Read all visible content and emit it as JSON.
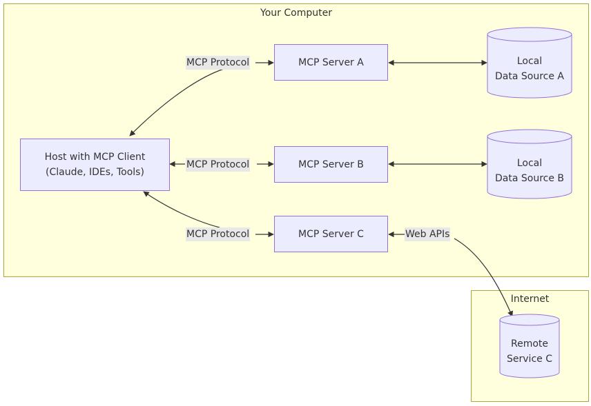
{
  "clusters": {
    "computer": {
      "title": "Your Computer"
    },
    "internet": {
      "title": "Internet"
    }
  },
  "nodes": {
    "host": {
      "line1": "Host with MCP Client",
      "line2": "(Claude, IDEs, Tools)"
    },
    "server_a": {
      "label": "MCP Server A"
    },
    "server_b": {
      "label": "MCP Server B"
    },
    "server_c": {
      "label": "MCP Server C"
    },
    "data_a": {
      "line1": "Local",
      "line2": "Data Source A"
    },
    "data_b": {
      "line1": "Local",
      "line2": "Data Source B"
    },
    "remote_c": {
      "line1": "Remote",
      "line2": "Service C"
    }
  },
  "edges": {
    "host_a": "MCP Protocol",
    "host_b": "MCP Protocol",
    "host_c": "MCP Protocol",
    "c_remote": "Web APIs"
  },
  "colors": {
    "cluster_fill": "#ffffde",
    "cluster_border": "#aaaa33",
    "node_fill": "#ececff",
    "node_border": "#9370db",
    "edge": "#333333",
    "label_bg": "#e8e8e8"
  }
}
